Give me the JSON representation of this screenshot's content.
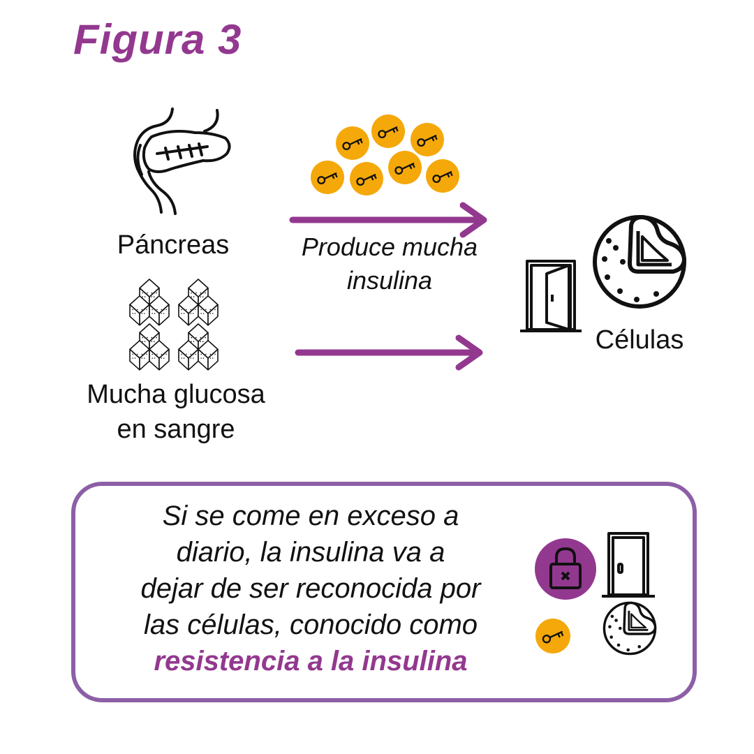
{
  "figure": {
    "title": "Figura 3",
    "colors": {
      "accent": "#93388f",
      "box_border": "#8c5fa6",
      "key_circle": "#f5a80a",
      "line": "#111111"
    }
  },
  "nodes": {
    "pancreas": {
      "label": "Páncreas",
      "icon": "pancreas-icon"
    },
    "glucose": {
      "label_line1": "Mucha glucosa",
      "label_line2": "en sangre",
      "icon": "sugar-cubes-icon"
    },
    "cells": {
      "label": "Células",
      "icons": [
        "open-door-icon",
        "cell-icon"
      ]
    }
  },
  "edges": [
    {
      "from": "pancreas",
      "to": "cells",
      "label_line1": "Produce mucha",
      "label_line2": "insulina",
      "icon": "insulin-keys-icon"
    },
    {
      "from": "glucose",
      "to": "cells"
    }
  ],
  "info": {
    "line1": "Si se come en exceso a",
    "line2": "diario, la insulina va a",
    "line3": "dejar de ser reconocida por",
    "line4": "las células, conocido como",
    "highlight": "resistencia  a la insulina",
    "icons": [
      "locked-padlock-icon",
      "closed-door-icon",
      "key-icon",
      "cell-icon"
    ]
  }
}
